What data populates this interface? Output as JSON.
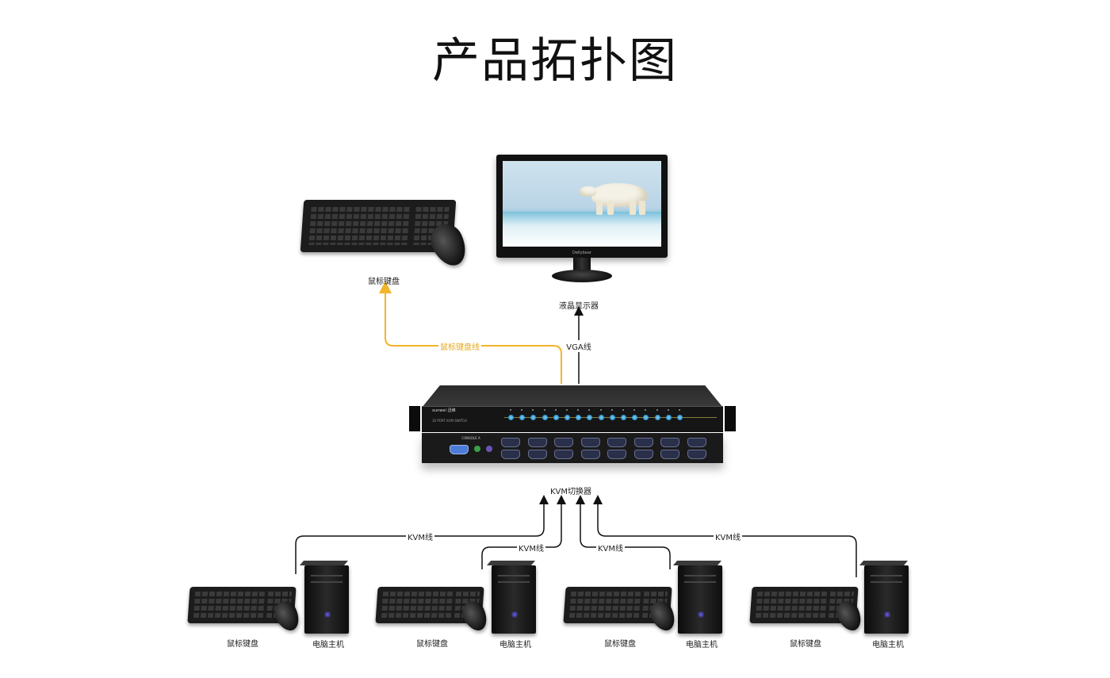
{
  "title": "产品拓扑图",
  "labels": {
    "top_keyboard": "鼠标键盘",
    "monitor": "液晶显示器",
    "vga_cable": "VGA线",
    "kb_mouse_cable": "鼠标键盘线",
    "kvm_switch": "KVM切换器",
    "kvm_cable": "KVM线"
  },
  "monitor_brand": "Dellybear",
  "kvm_panel": {
    "brand": "xunwei 迅维",
    "model": "16 PORT KVM SWITCH",
    "console": "CONSOLE A"
  },
  "workstations": [
    {
      "keyboard_label": "鼠标键盘",
      "pc_label": "电脑主机",
      "cable_label": "KVM线"
    },
    {
      "keyboard_label": "鼠标键盘",
      "pc_label": "电脑主机",
      "cable_label": "KVM线"
    },
    {
      "keyboard_label": "鼠标键盘",
      "pc_label": "电脑主机",
      "cable_label": "KVM线"
    },
    {
      "keyboard_label": "鼠标键盘",
      "pc_label": "电脑主机",
      "cable_label": "KVM线"
    }
  ],
  "colors": {
    "kb_mouse_cable": "#f2b52a",
    "black_cable": "#111111",
    "kvm_button": "#3aa6e0"
  }
}
